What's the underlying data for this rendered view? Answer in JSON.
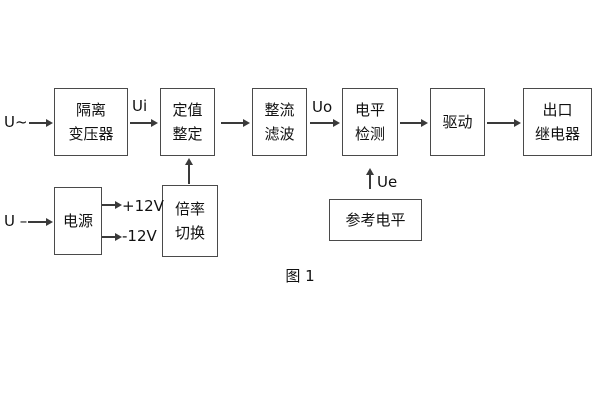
{
  "figure": {
    "caption": "图 1",
    "colors": {
      "background": "#ffffff",
      "line": "#3a3a3a",
      "box_border": "#4a4a4a",
      "text": "#111111"
    },
    "boxes": {
      "isolation_transformer": {
        "line1": "隔离",
        "line2": "变压器"
      },
      "value_setting": {
        "line1": "定值",
        "line2": "整定"
      },
      "rectifier_filter": {
        "line1": "整流",
        "line2": "滤波"
      },
      "level_detection": {
        "line1": "电平",
        "line2": "检测"
      },
      "drive": {
        "line1": "驱动"
      },
      "output_relay": {
        "line1": "出口",
        "line2": "继电器"
      },
      "power_supply": {
        "line1": "电源"
      },
      "ratio_switch": {
        "line1": "倍率",
        "line2": "切换"
      },
      "reference_level": {
        "line1": "参考电平"
      }
    },
    "signal_labels": {
      "ac_input": "U~",
      "dc_input": "U –",
      "ui": "Ui",
      "uo": "Uo",
      "ue": "Ue",
      "plus_12v": "+12V",
      "minus_12v": "-12V"
    }
  }
}
